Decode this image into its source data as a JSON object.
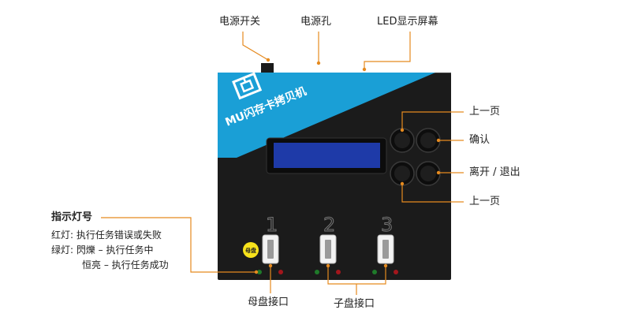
{
  "labels": {
    "power_switch": "电源开关",
    "power_jack": "电源孔",
    "lcd_screen": "LED显示屏幕",
    "prev_page_top": "上一页",
    "confirm": "确认",
    "exit": "离开 / 退出",
    "prev_page_bottom": "上一页",
    "mother_port": "母盘接口",
    "child_port": "子盘接口"
  },
  "indicator": {
    "title": "指示灯号",
    "red_line": "红灯:  执行任务错误或失败",
    "green_line": "绿灯:  閃爍 – 执行任务中",
    "steady_line": "恒亮 – 执行任务成功"
  },
  "device": {
    "brand": "MU闪存卡拷贝机",
    "mother_badge": "母盘",
    "slot_numbers": [
      "1",
      "2",
      "3"
    ],
    "logo_icon": "brand-logo-icon"
  },
  "colors": {
    "callout": "#e58a1f",
    "banner": "#1a9fd6",
    "panel": "#1b1b1b",
    "lcd": "#1e3aa8",
    "led_green": "#1f7a2a",
    "led_red": "#a3161c",
    "mother_badge": "#f7e21b"
  }
}
